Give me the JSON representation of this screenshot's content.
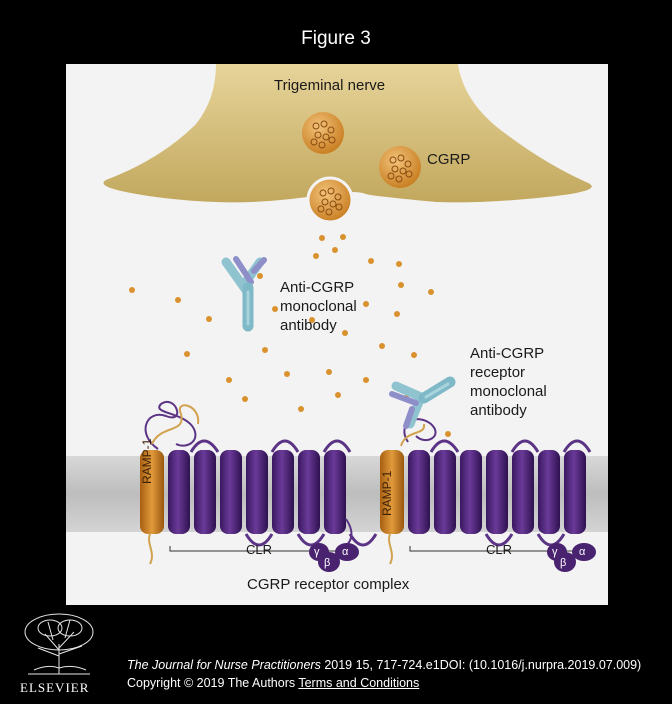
{
  "figure": {
    "title": "Figure 3"
  },
  "diagram": {
    "labels": {
      "trigeminal_nerve": "Trigeminal nerve",
      "cgrp": "CGRP",
      "anti_cgrp_antibody": [
        "Anti-CGRP",
        "monoclonal",
        "antibody"
      ],
      "anti_receptor_antibody": [
        "Anti-CGRP",
        "receptor",
        "monoclonal",
        "antibody"
      ],
      "ramp1": "RAMP-1",
      "clr": "CLR",
      "gamma": "γ",
      "beta": "β",
      "alpha": "α",
      "receptor_complex": "CGRP receptor complex"
    },
    "colors": {
      "nerve": "#d9c27a",
      "vesicle": "#d9922e",
      "receptor": "#4a2370",
      "ramp": "#c97a1c",
      "antibody": "#7fb8c6",
      "membrane": "#c9c9c9"
    }
  },
  "footer": {
    "logo_text": "ELSEVIER",
    "journal": "The Journal for Nurse Practitioners",
    "citation": " 2019 15, 717-724.e1DOI: (10.1016/j.nurpra.2019.07.009)",
    "copyright": "Copyright © 2019 The Authors ",
    "terms_link": "Terms and Conditions"
  }
}
